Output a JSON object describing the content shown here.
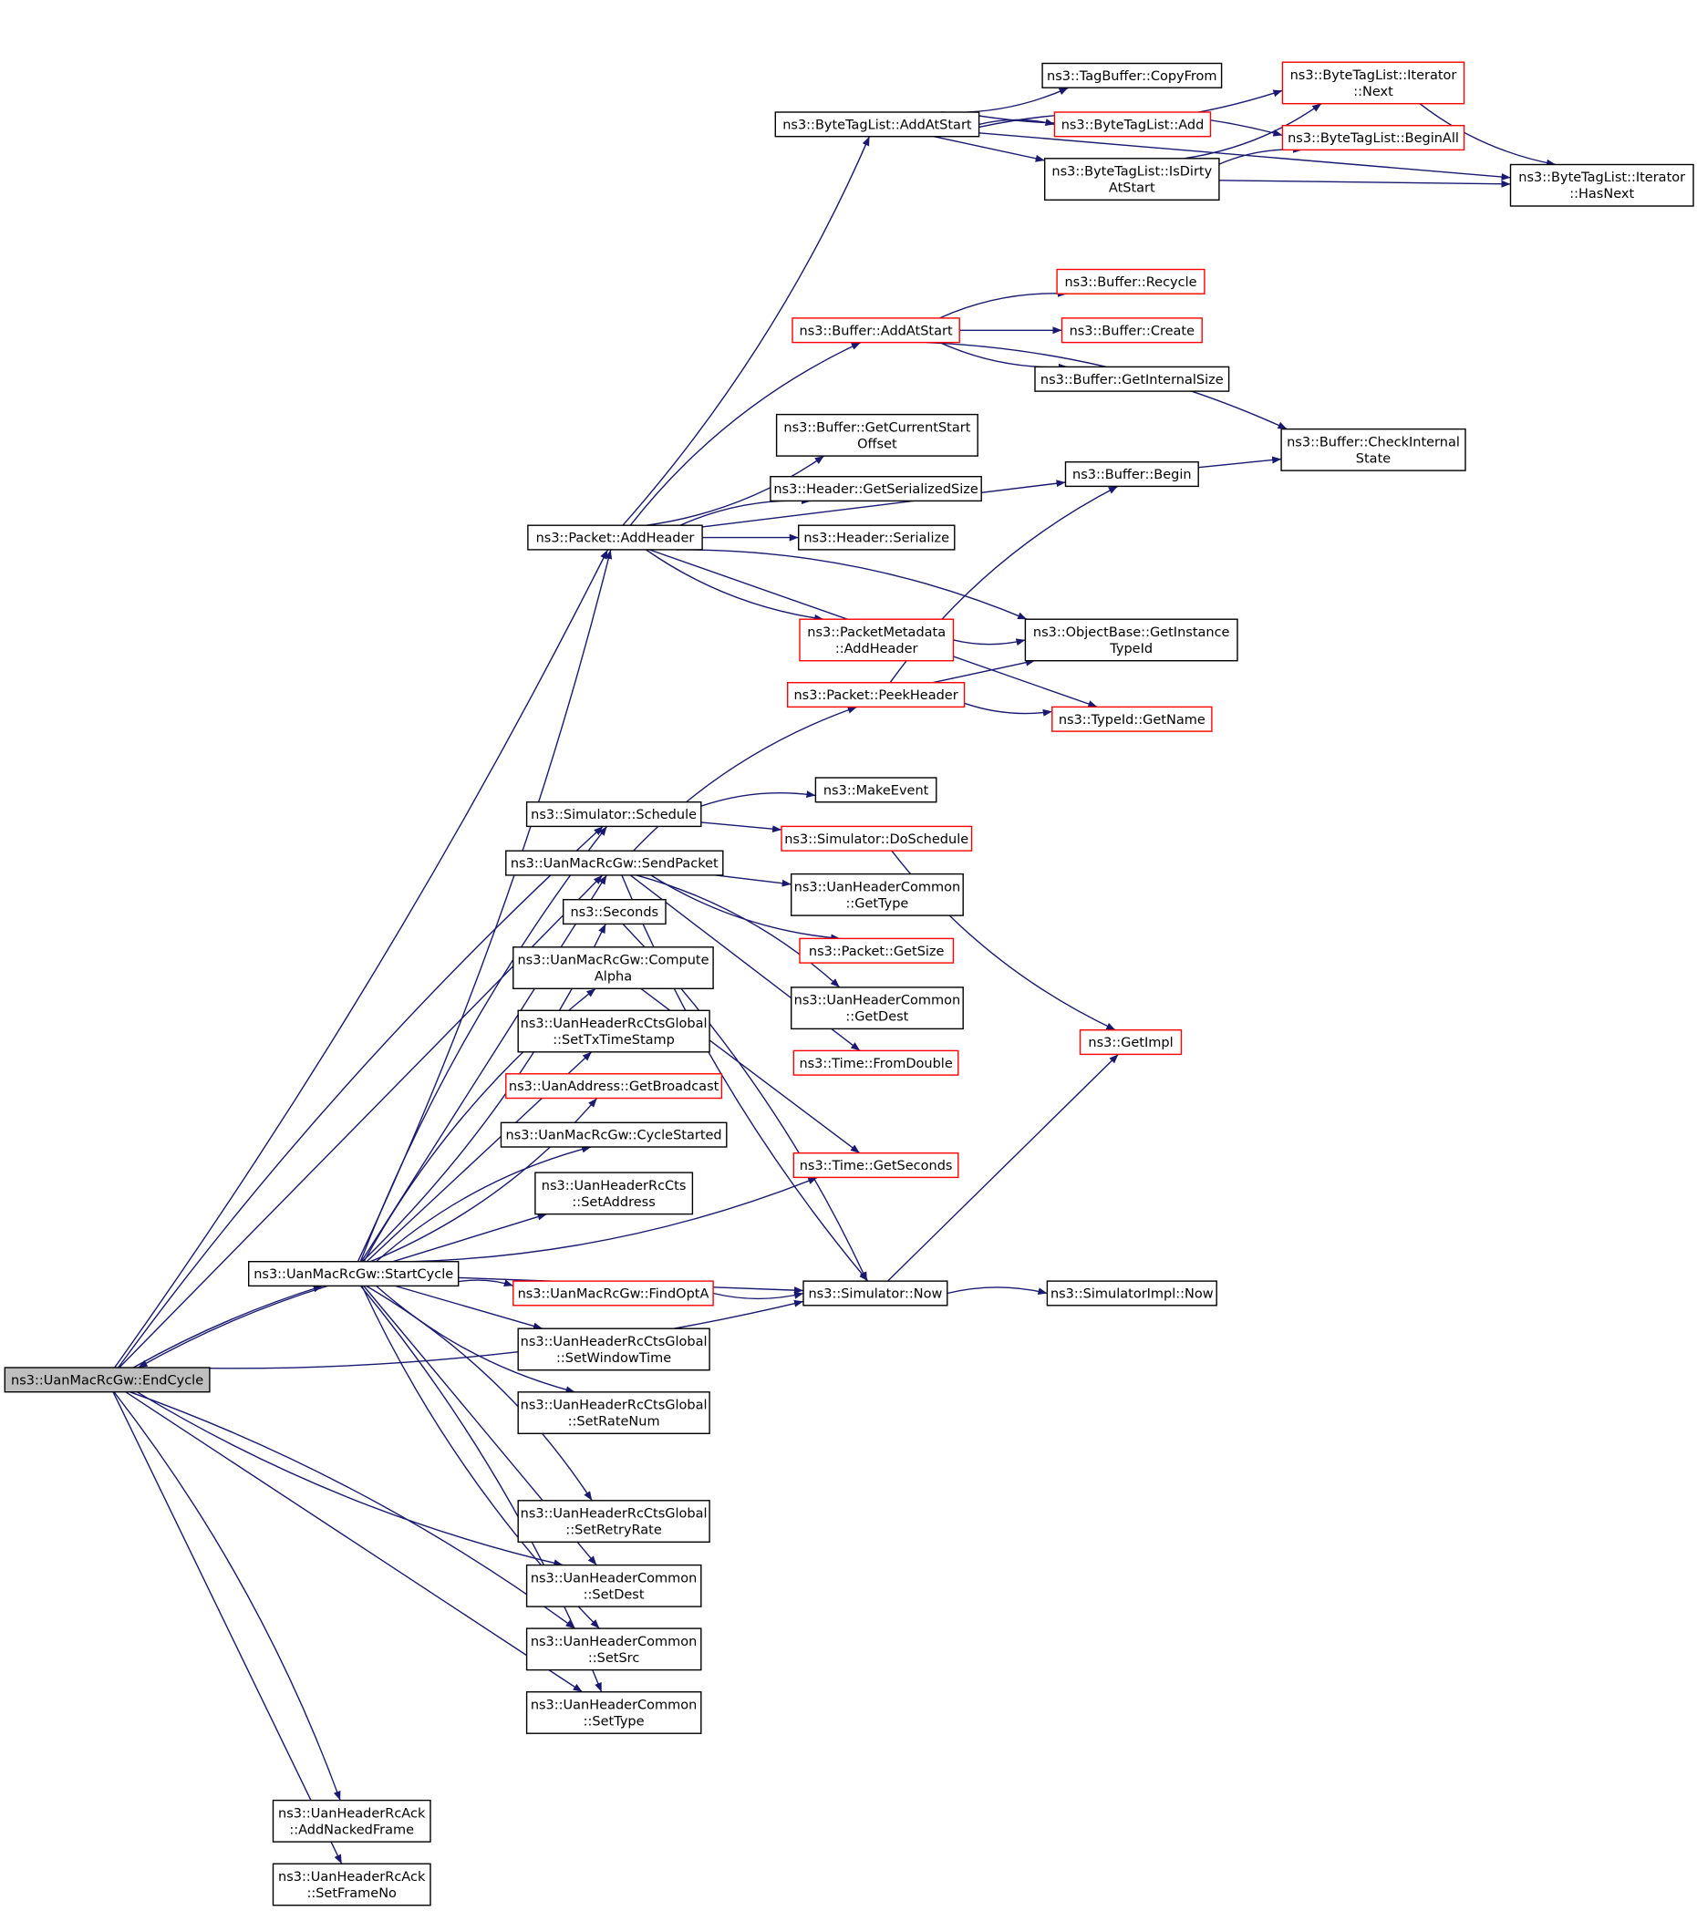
{
  "graph": {
    "nodes": [
      {
        "id": "endcycle",
        "lines": [
          "ns3::UanMacRcGw::EndCycle"
        ],
        "style": "root"
      },
      {
        "id": "startcycle",
        "lines": [
          "ns3::UanMacRcGw::StartCycle"
        ],
        "style": "normal"
      },
      {
        "id": "addheader",
        "lines": [
          "ns3::Packet::AddHeader"
        ],
        "style": "normal"
      },
      {
        "id": "bt_addatstart",
        "lines": [
          "ns3::ByteTagList::AddAtStart"
        ],
        "style": "normal"
      },
      {
        "id": "tagbuf_copyfrom",
        "lines": [
          "ns3::TagBuffer::CopyFrom"
        ],
        "style": "normal"
      },
      {
        "id": "bt_add",
        "lines": [
          "ns3::ByteTagList::Add"
        ],
        "style": "ext"
      },
      {
        "id": "bt_isdirty",
        "lines": [
          "ns3::ByteTagList::IsDirty",
          "AtStart"
        ],
        "style": "normal"
      },
      {
        "id": "bt_iter_next",
        "lines": [
          "ns3::ByteTagList::Iterator",
          "::Next"
        ],
        "style": "ext"
      },
      {
        "id": "bt_beginall",
        "lines": [
          "ns3::ByteTagList::BeginAll"
        ],
        "style": "ext"
      },
      {
        "id": "bt_iter_hasnext",
        "lines": [
          "ns3::ByteTagList::Iterator",
          "::HasNext"
        ],
        "style": "normal"
      },
      {
        "id": "buf_recycle",
        "lines": [
          "ns3::Buffer::Recycle"
        ],
        "style": "ext"
      },
      {
        "id": "buf_addatstart",
        "lines": [
          "ns3::Buffer::AddAtStart"
        ],
        "style": "ext"
      },
      {
        "id": "buf_create",
        "lines": [
          "ns3::Buffer::Create"
        ],
        "style": "ext"
      },
      {
        "id": "buf_getinternalsize",
        "lines": [
          "ns3::Buffer::GetInternalSize"
        ],
        "style": "normal"
      },
      {
        "id": "buf_checkinternal",
        "lines": [
          "ns3::Buffer::CheckInternal",
          "State"
        ],
        "style": "normal"
      },
      {
        "id": "buf_getcurrentstart",
        "lines": [
          "ns3::Buffer::GetCurrentStart",
          "Offset"
        ],
        "style": "normal"
      },
      {
        "id": "buf_begin",
        "lines": [
          "ns3::Buffer::Begin"
        ],
        "style": "normal"
      },
      {
        "id": "hdr_getserializedsize",
        "lines": [
          "ns3::Header::GetSerializedSize"
        ],
        "style": "normal"
      },
      {
        "id": "hdr_serialize",
        "lines": [
          "ns3::Header::Serialize"
        ],
        "style": "normal"
      },
      {
        "id": "pm_addheader",
        "lines": [
          "ns3::PacketMetadata",
          "::AddHeader"
        ],
        "style": "ext"
      },
      {
        "id": "ob_getinstancetypeid",
        "lines": [
          "ns3::ObjectBase::GetInstance",
          "TypeId"
        ],
        "style": "normal"
      },
      {
        "id": "pkt_peekheader",
        "lines": [
          "ns3::Packet::PeekHeader"
        ],
        "style": "ext"
      },
      {
        "id": "typeid_getname",
        "lines": [
          "ns3::TypeId::GetName"
        ],
        "style": "ext"
      },
      {
        "id": "sim_schedule",
        "lines": [
          "ns3::Simulator::Schedule"
        ],
        "style": "normal"
      },
      {
        "id": "makeevent",
        "lines": [
          "ns3::MakeEvent"
        ],
        "style": "normal"
      },
      {
        "id": "sim_doschedule",
        "lines": [
          "ns3::Simulator::DoSchedule"
        ],
        "style": "ext"
      },
      {
        "id": "sendpacket",
        "lines": [
          "ns3::UanMacRcGw::SendPacket"
        ],
        "style": "normal"
      },
      {
        "id": "uhc_gettype",
        "lines": [
          "ns3::UanHeaderCommon",
          "::GetType"
        ],
        "style": "normal"
      },
      {
        "id": "seconds",
        "lines": [
          "ns3::Seconds"
        ],
        "style": "normal"
      },
      {
        "id": "pkt_getsize",
        "lines": [
          "ns3::Packet::GetSize"
        ],
        "style": "ext"
      },
      {
        "id": "computealpha",
        "lines": [
          "ns3::UanMacRcGw::Compute",
          "Alpha"
        ],
        "style": "normal"
      },
      {
        "id": "uhc_getdest",
        "lines": [
          "ns3::UanHeaderCommon",
          "::GetDest"
        ],
        "style": "normal"
      },
      {
        "id": "rcg_settxtimestamp",
        "lines": [
          "ns3::UanHeaderRcCtsGlobal",
          "::SetTxTimeStamp"
        ],
        "style": "normal"
      },
      {
        "id": "time_fromdouble",
        "lines": [
          "ns3::Time::FromDouble"
        ],
        "style": "ext"
      },
      {
        "id": "getimpl",
        "lines": [
          "ns3::GetImpl"
        ],
        "style": "ext"
      },
      {
        "id": "ua_getbroadcast",
        "lines": [
          "ns3::UanAddress::GetBroadcast"
        ],
        "style": "ext"
      },
      {
        "id": "cyclestarted",
        "lines": [
          "ns3::UanMacRcGw::CycleStarted"
        ],
        "style": "normal"
      },
      {
        "id": "time_getseconds",
        "lines": [
          "ns3::Time::GetSeconds"
        ],
        "style": "ext"
      },
      {
        "id": "rccts_setaddress",
        "lines": [
          "ns3::UanHeaderRcCts",
          "::SetAddress"
        ],
        "style": "normal"
      },
      {
        "id": "findopta",
        "lines": [
          "ns3::UanMacRcGw::FindOptA"
        ],
        "style": "ext"
      },
      {
        "id": "sim_now",
        "lines": [
          "ns3::Simulator::Now"
        ],
        "style": "normal"
      },
      {
        "id": "simimpl_now",
        "lines": [
          "ns3::SimulatorImpl::Now"
        ],
        "style": "normal"
      },
      {
        "id": "rcg_setwindowtime",
        "lines": [
          "ns3::UanHeaderRcCtsGlobal",
          "::SetWindowTime"
        ],
        "style": "normal"
      },
      {
        "id": "rcg_setratenum",
        "lines": [
          "ns3::UanHeaderRcCtsGlobal",
          "::SetRateNum"
        ],
        "style": "normal"
      },
      {
        "id": "rcg_setretryrate",
        "lines": [
          "ns3::UanHeaderRcCtsGlobal",
          "::SetRetryRate"
        ],
        "style": "normal"
      },
      {
        "id": "uhc_setdest",
        "lines": [
          "ns3::UanHeaderCommon",
          "::SetDest"
        ],
        "style": "normal"
      },
      {
        "id": "uhc_setsrc",
        "lines": [
          "ns3::UanHeaderCommon",
          "::SetSrc"
        ],
        "style": "normal"
      },
      {
        "id": "uhc_settype",
        "lines": [
          "ns3::UanHeaderCommon",
          "::SetType"
        ],
        "style": "normal"
      },
      {
        "id": "rcack_addnackedframe",
        "lines": [
          "ns3::UanHeaderRcAck",
          "::AddNackedFrame"
        ],
        "style": "normal"
      },
      {
        "id": "rcack_setframeno",
        "lines": [
          "ns3::UanHeaderRcAck",
          "::SetFrameNo"
        ],
        "style": "normal"
      }
    ],
    "edges": [
      [
        "endcycle",
        "startcycle"
      ],
      [
        "startcycle",
        "endcycle"
      ],
      [
        "endcycle",
        "addheader"
      ],
      [
        "endcycle",
        "sim_schedule"
      ],
      [
        "endcycle",
        "sendpacket"
      ],
      [
        "endcycle",
        "uhc_setdest"
      ],
      [
        "endcycle",
        "uhc_setsrc"
      ],
      [
        "endcycle",
        "uhc_settype"
      ],
      [
        "endcycle",
        "sim_now"
      ],
      [
        "endcycle",
        "rcack_addnackedframe"
      ],
      [
        "endcycle",
        "rcack_setframeno"
      ],
      [
        "startcycle",
        "addheader"
      ],
      [
        "startcycle",
        "sim_schedule"
      ],
      [
        "startcycle",
        "sendpacket"
      ],
      [
        "startcycle",
        "seconds"
      ],
      [
        "startcycle",
        "computealpha"
      ],
      [
        "startcycle",
        "rcg_settxtimestamp"
      ],
      [
        "startcycle",
        "ua_getbroadcast"
      ],
      [
        "startcycle",
        "cyclestarted"
      ],
      [
        "startcycle",
        "rccts_setaddress"
      ],
      [
        "startcycle",
        "time_getseconds"
      ],
      [
        "startcycle",
        "findopta"
      ],
      [
        "startcycle",
        "rcg_setwindowtime"
      ],
      [
        "startcycle",
        "rcg_setratenum"
      ],
      [
        "startcycle",
        "rcg_setretryrate"
      ],
      [
        "startcycle",
        "uhc_setdest"
      ],
      [
        "startcycle",
        "uhc_setsrc"
      ],
      [
        "startcycle",
        "uhc_settype"
      ],
      [
        "startcycle",
        "sim_now"
      ],
      [
        "addheader",
        "bt_addatstart"
      ],
      [
        "addheader",
        "buf_addatstart"
      ],
      [
        "addheader",
        "buf_begin"
      ],
      [
        "addheader",
        "buf_getcurrentstart"
      ],
      [
        "addheader",
        "hdr_getserializedsize"
      ],
      [
        "addheader",
        "hdr_serialize"
      ],
      [
        "addheader",
        "pm_addheader"
      ],
      [
        "addheader",
        "ob_getinstancetypeid"
      ],
      [
        "addheader",
        "typeid_getname"
      ],
      [
        "bt_addatstart",
        "tagbuf_copyfrom"
      ],
      [
        "bt_addatstart",
        "bt_add"
      ],
      [
        "bt_addatstart",
        "bt_isdirty"
      ],
      [
        "bt_addatstart",
        "bt_iter_next"
      ],
      [
        "bt_addatstart",
        "bt_beginall"
      ],
      [
        "bt_addatstart",
        "bt_iter_hasnext"
      ],
      [
        "bt_isdirty",
        "bt_iter_next"
      ],
      [
        "bt_isdirty",
        "bt_beginall"
      ],
      [
        "bt_isdirty",
        "bt_iter_hasnext"
      ],
      [
        "bt_iter_next",
        "bt_iter_hasnext"
      ],
      [
        "buf_addatstart",
        "buf_recycle"
      ],
      [
        "buf_addatstart",
        "buf_create"
      ],
      [
        "buf_addatstart",
        "buf_getinternalsize"
      ],
      [
        "buf_addatstart",
        "buf_checkinternal"
      ],
      [
        "buf_begin",
        "buf_checkinternal"
      ],
      [
        "pm_addheader",
        "ob_getinstancetypeid"
      ],
      [
        "pkt_peekheader",
        "buf_begin"
      ],
      [
        "pkt_peekheader",
        "ob_getinstancetypeid"
      ],
      [
        "pkt_peekheader",
        "typeid_getname"
      ],
      [
        "sim_schedule",
        "makeevent"
      ],
      [
        "sim_schedule",
        "sim_doschedule"
      ],
      [
        "sim_doschedule",
        "getimpl"
      ],
      [
        "sendpacket",
        "pkt_peekheader"
      ],
      [
        "sendpacket",
        "uhc_gettype"
      ],
      [
        "sendpacket",
        "pkt_getsize"
      ],
      [
        "sendpacket",
        "uhc_getdest"
      ],
      [
        "sendpacket",
        "time_fromdouble"
      ],
      [
        "sendpacket",
        "sim_now"
      ],
      [
        "seconds",
        "sim_now"
      ],
      [
        "computealpha",
        "time_getseconds"
      ],
      [
        "findopta",
        "sim_now"
      ],
      [
        "sim_now",
        "simimpl_now"
      ],
      [
        "sim_now",
        "getimpl"
      ]
    ]
  }
}
